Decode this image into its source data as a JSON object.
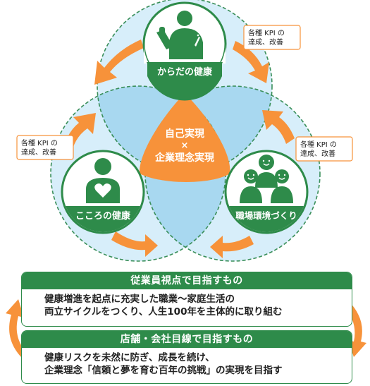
{
  "colors": {
    "green": "#2e8b4a",
    "orange": "#f7923a",
    "light_blue": "#d7eefa",
    "mid_blue": "#a8d8f0",
    "dashed_green": "#3a8f5a"
  },
  "circles": {
    "top_label": "からだの健康",
    "left_label": "こころの健康",
    "right_label": "職場環境づくり"
  },
  "center": {
    "line1": "自己実現",
    "line2": "×",
    "line3": "企業理念実現"
  },
  "kpi_boxes": [
    {
      "line1": "各種 KPI の",
      "line2": "達成、改善"
    },
    {
      "line1": "各種 KPI の",
      "line2": "達成、改善"
    },
    {
      "line1": "各種 KPI の",
      "line2": "達成、改善"
    }
  ],
  "icons": {
    "top": "person-writing-icon",
    "left": "person-heart-icon",
    "right": "team-people-icon"
  },
  "cards": {
    "employee": {
      "title": "従業員視点で目指すもの",
      "line1": "健康増進を起点に充実した職業～家庭生活の",
      "line2": "両立サイクルをつくり、人生100年を主体的に取り組む"
    },
    "company": {
      "title": "店舗・会社目線で目指すもの",
      "line1": "健康リスクを未然に防ぎ、成長を続け、",
      "line2": "企業理念「信頼と夢を育む百年の挑戦」の実現を目指す"
    }
  }
}
